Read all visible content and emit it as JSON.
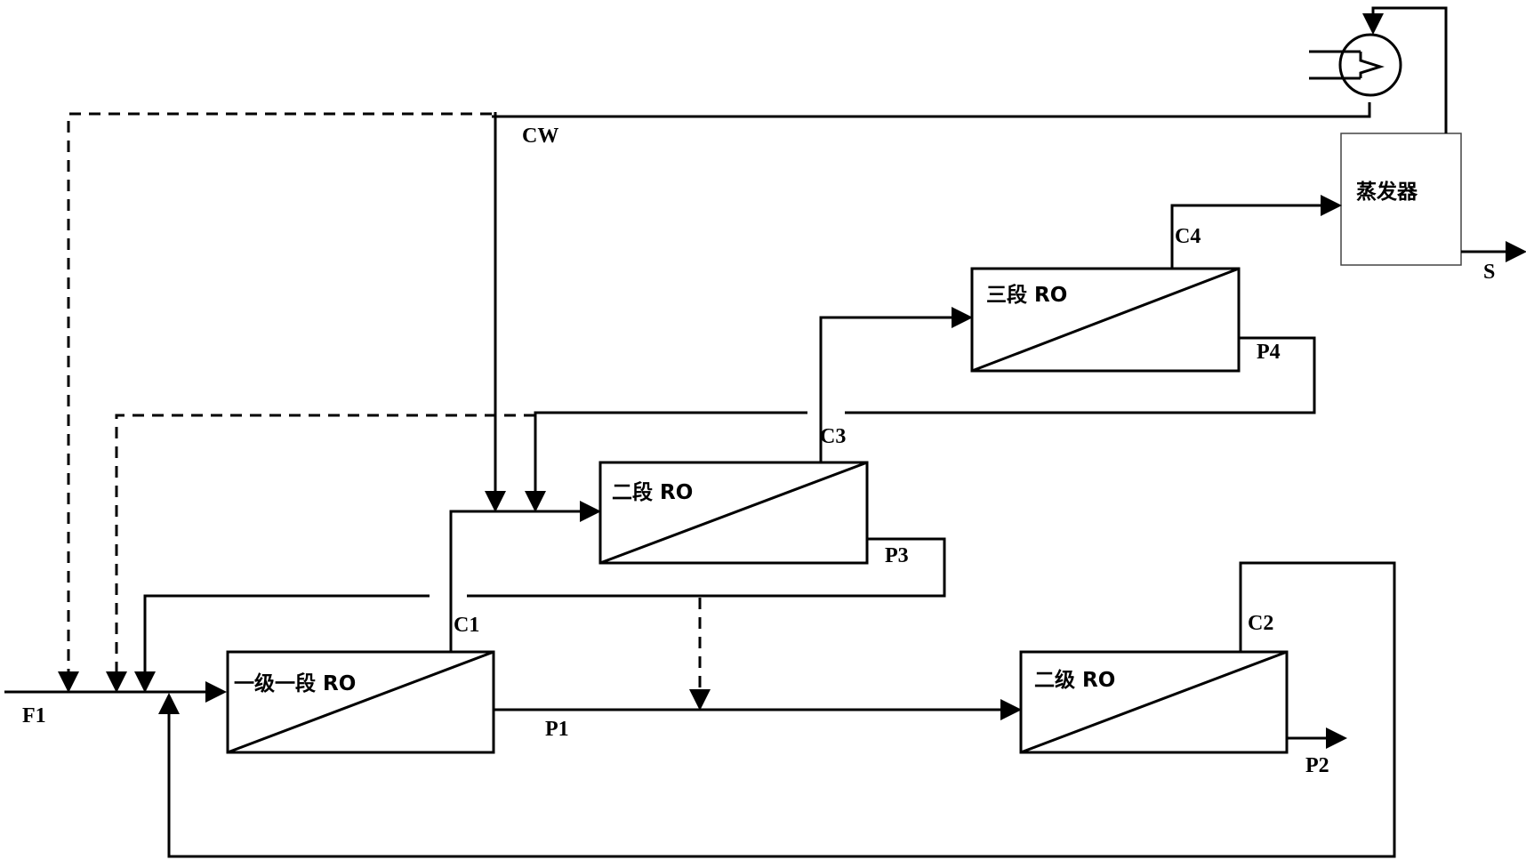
{
  "units": {
    "ro_1_1": "一级一段 RO",
    "ro_2": "二段 RO",
    "ro_3": "三段 RO",
    "ro_stage2": "二级 RO",
    "evaporator": "蒸发器"
  },
  "streams": {
    "F1": "F1",
    "P1": "P1",
    "P2": "P2",
    "P3": "P3",
    "P4": "P4",
    "C1": "C1",
    "C2": "C2",
    "C3": "C3",
    "C4": "C4",
    "CW": "CW",
    "S": "S"
  },
  "icons": {
    "condenser": "heat-exchanger-icon"
  }
}
